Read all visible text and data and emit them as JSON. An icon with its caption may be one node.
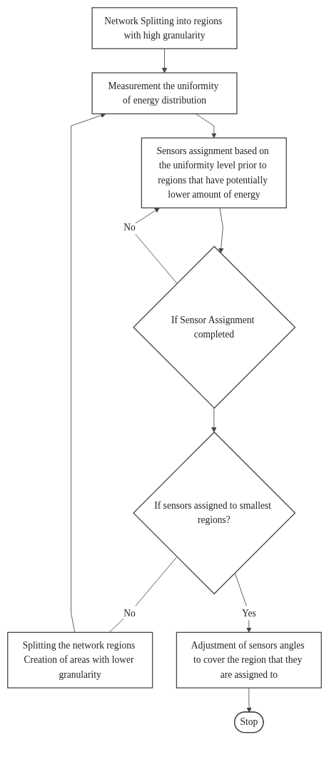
{
  "diagram": {
    "nodes": [
      {
        "text": [
          "Network Splitting into regions with high granularity"
        ]
      },
      {
        "text": [
          "Measurement the uniformity of energy distribution"
        ]
      },
      {
        "text": [
          "Sensors assignment based on the uniformity level prior to regions that have potentially lower amount of energy"
        ]
      },
      {
        "text": [
          "If Sensor Assignment completed"
        ]
      },
      {
        "text": [
          "Splitting the network regions Creation of areas with lower granularity"
        ]
      },
      {
        "text": [
          "If sensors assigned to smallest regions?"
        ]
      },
      {
        "text": [
          "Adjustment of sensors angles to cover the region that they are assigned to"
        ]
      },
      {
        "text": [
          "Stop"
        ]
      }
    ],
    "edges": [
      {
        "from": 0,
        "to": 1,
        "arrow": "to"
      },
      {
        "from": 1,
        "to": 2,
        "arrow": "to"
      },
      {
        "from": 2,
        "to": 3,
        "arrow": "to"
      },
      {
        "from": 3,
        "to": 2,
        "arrow": "to",
        "label": "No"
      },
      {
        "from": 3,
        "to": 5,
        "arrow": "to"
      },
      {
        "from": 5,
        "to": 4,
        "arrow": "none",
        "label": "No"
      },
      {
        "from": 4,
        "to": 1,
        "arrow": "to"
      },
      {
        "from": 5,
        "to": 6,
        "arrow": "to",
        "label": "Yes"
      },
      {
        "from": 6,
        "to": 7,
        "arrow": "to"
      }
    ]
  }
}
